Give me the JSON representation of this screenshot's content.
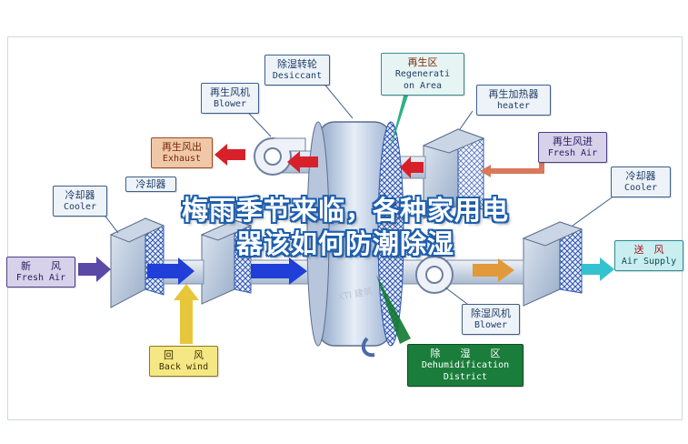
{
  "title": {
    "line1": "梅雨季节来临，各种家用电",
    "line2": "器该如何防潮除湿"
  },
  "labels": {
    "desiccant": {
      "zh": "除湿转轮",
      "en": "Desiccant"
    },
    "regeneration_area": {
      "zh": "再生区",
      "en1": "Regenerati",
      "en2": "on Area"
    },
    "regen_blower": {
      "zh": "再生风机",
      "en": "Blower"
    },
    "regen_heater": {
      "zh": "再生加热器",
      "en": "heater"
    },
    "exhaust": {
      "zh": "再生风出",
      "en": "Exhaust"
    },
    "regen_fresh_air": {
      "zh": "再生风进",
      "en": "Fresh Air"
    },
    "cooler_left": {
      "zh": "冷却器",
      "en": "Cooler"
    },
    "cooler_left2": {
      "zh": "冷却器"
    },
    "cooler_right": {
      "zh": "冷却器",
      "en": "Cooler"
    },
    "fresh_air": {
      "zh": "新　　风",
      "en": "Fresh Air"
    },
    "air_supply": {
      "zh": "送　风",
      "en": "Air Supply"
    },
    "back_wind": {
      "zh": "回　　风",
      "en": "Back wind"
    },
    "dehum_blower": {
      "zh": "除湿风机",
      "en": "Blower"
    },
    "dehum_district": {
      "zh": "除　　湿　　区",
      "en1": "Dehumidification",
      "en2": "District"
    }
  },
  "colors": {
    "fresh_air_arrow": "#5a4aa6",
    "process_arrow": "#1f3fd8",
    "back_wind_arrow": "#e8c63a",
    "supply_arrow": "#33c3d0",
    "regen_in_arrow": "#d9785a",
    "exhaust_arrow": "#d8202a",
    "dehum_pointer": "#0e7a2e",
    "regen_pointer": "#19a87a"
  },
  "watermark": "XTI 建筑"
}
